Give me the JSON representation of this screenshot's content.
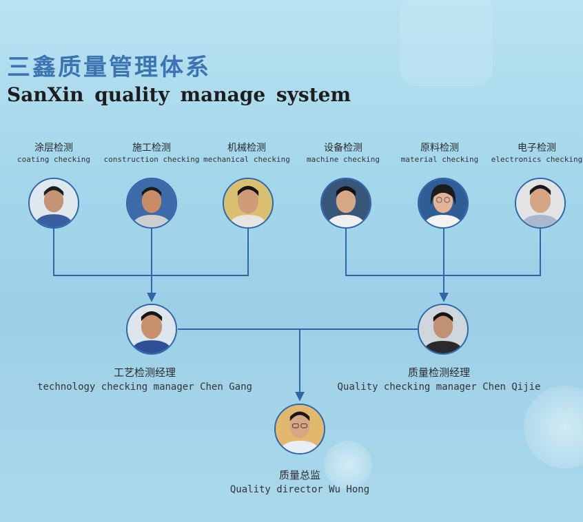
{
  "title_cn": "三鑫质量管理体系",
  "title_en": "SanXin quality manage system",
  "colors": {
    "line": "#2f66ab",
    "title": "#3c74b3"
  },
  "inspectors": [
    {
      "cn": "涂层检测",
      "en": "coating checking"
    },
    {
      "cn": "施工检测",
      "en": "construction checking"
    },
    {
      "cn": "机械检测",
      "en": "mechanical checking"
    },
    {
      "cn": "设备检测",
      "en": "machine checking"
    },
    {
      "cn": "原料检测",
      "en": "material checking"
    },
    {
      "cn": "电子检测",
      "en": "electronics checking"
    }
  ],
  "managers": [
    {
      "cn": "工艺检测经理",
      "en": "technology checking manager Chen Gang"
    },
    {
      "cn": "质量检测经理",
      "en": "Quality checking manager Chen Qijie"
    }
  ],
  "director": {
    "cn": "质量总监",
    "en": "Quality director Wu Hong"
  }
}
